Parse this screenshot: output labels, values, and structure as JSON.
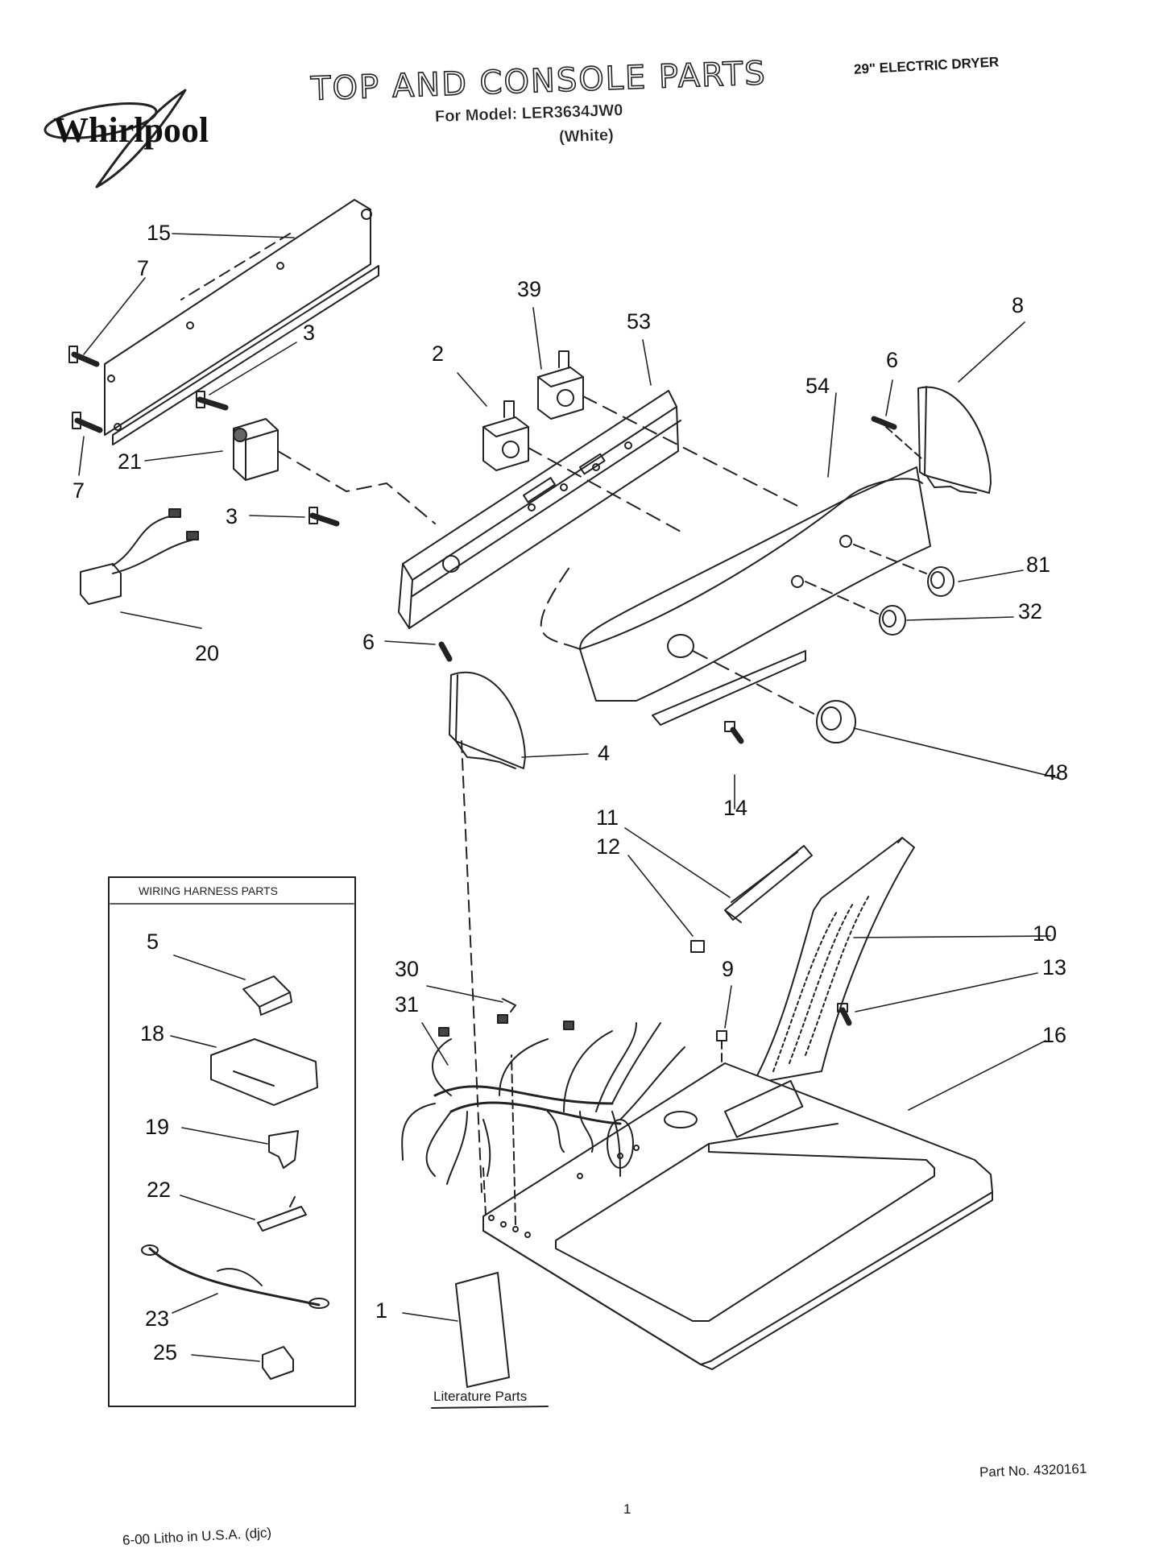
{
  "brand": "Whirlpool",
  "header": {
    "title": "TOP AND CONSOLE PARTS",
    "model_line": "For Model: LER3634JW0",
    "color_line": "(White)",
    "product_type": "29\" ELECTRIC DRYER"
  },
  "wiring_box": {
    "title": "WIRING HARNESS PARTS"
  },
  "literature_label": "Literature Parts",
  "footer": {
    "part_no": "Part No. 4320161",
    "page": "1",
    "litho": "6-00 Litho in U.S.A. (djc)"
  },
  "callouts": {
    "c15": "15",
    "c7a": "7",
    "c3a": "3",
    "c7b": "7",
    "c21": "21",
    "c3b": "3",
    "c20": "20",
    "c39": "39",
    "c2": "2",
    "c53": "53",
    "c54": "54",
    "c6a": "6",
    "c8": "8",
    "c81": "81",
    "c32": "32",
    "c6b": "6",
    "c4": "4",
    "c14": "14",
    "c48": "48",
    "c11": "11",
    "c12": "12",
    "c10": "10",
    "c9": "9",
    "c13": "13",
    "c16": "16",
    "c30": "30",
    "c31": "31",
    "c1": "1",
    "c5": "5",
    "c18": "18",
    "c19": "19",
    "c22": "22",
    "c23": "23",
    "c25": "25"
  }
}
